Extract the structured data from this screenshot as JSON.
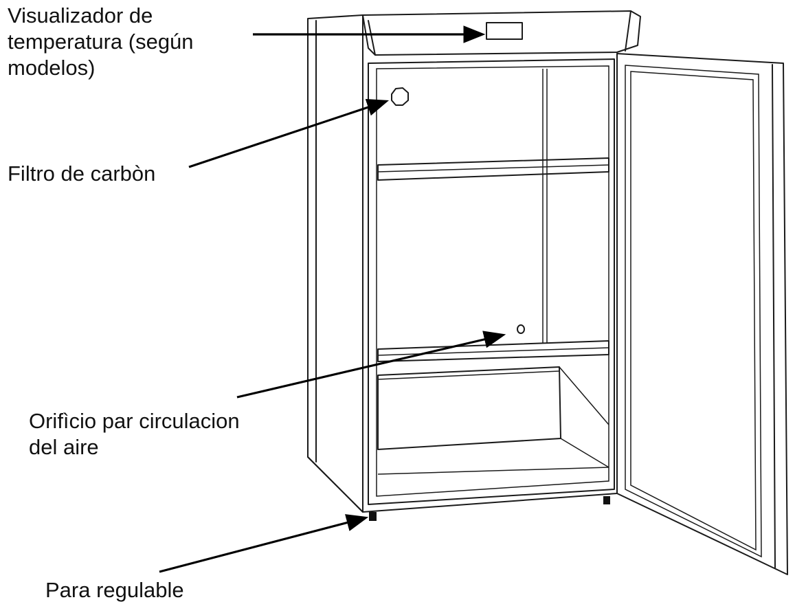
{
  "labels": {
    "temperature_display": [
      "Visualizador de",
      "temperatura (según",
      "modelos)"
    ],
    "carbon_filter": "Filtro de carbòn",
    "air_hole": [
      "Orifìcio par circulacion",
      "del aire"
    ],
    "adjustable_foot": "Para regulable"
  }
}
